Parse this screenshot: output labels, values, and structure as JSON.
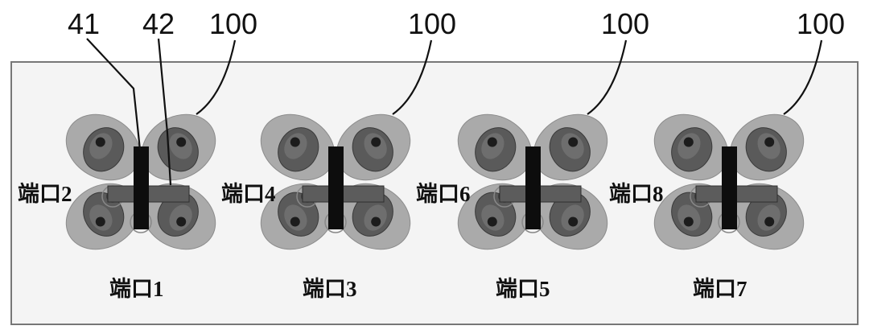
{
  "reference_labels": [
    "41",
    "42",
    "100",
    "100",
    "100",
    "100"
  ],
  "units": [
    {
      "top_left_port": "端口2",
      "bottom_port": "端口1"
    },
    {
      "top_left_port": "端口4",
      "bottom_port": "端口3"
    },
    {
      "top_left_port": "端口6",
      "bottom_port": "端口5"
    },
    {
      "top_left_port": "端口8",
      "bottom_port": "端口7"
    }
  ],
  "colors": {
    "board_fill": "#f4f4f4",
    "board_stroke": "#777777",
    "outer_petal": "#aaaaaa",
    "inner_petal": "#5a5a5a",
    "inner_petal_core": "#6e6e6e",
    "feed_dot": "#1c1c1c",
    "vertical_bar": "#0d0d0d",
    "horizontal_bar": "#5c5c5c",
    "port_ring": "#888888",
    "leader_line": "#111111"
  }
}
